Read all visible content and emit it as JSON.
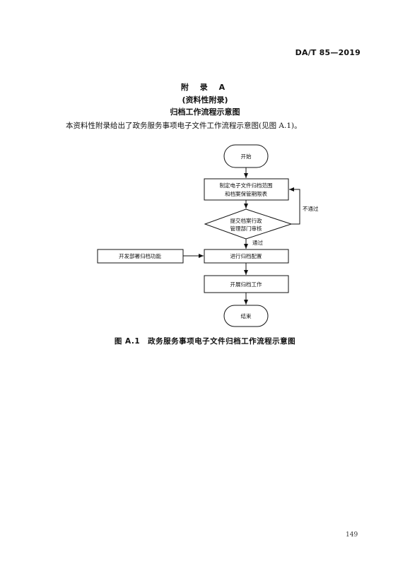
{
  "header": {
    "standard_code": "DA/T 85—2019"
  },
  "appendix": {
    "title": "附 录 A",
    "note": "(资料性附录)",
    "heading": "归档工作流程示意图"
  },
  "intro_text": "本资料性附录给出了政务服务事项电子文件工作流程示意图(见图 A.1)。",
  "flowchart": {
    "start": "开始",
    "step1_line1": "制定电子文件归档范围",
    "step1_line2": "和档案保管期限表",
    "decision_line1": "提交档案行政",
    "decision_line2": "管理部门审核",
    "fail_label": "不通过",
    "pass_label": "通过",
    "side_box": "开发部署归档功能",
    "step2": "进行归档配置",
    "step3": "开展归档工作",
    "end": "结束"
  },
  "figure_caption": "图 A.1　政务服务事项电子文件归档工作流程示意图",
  "page_number": "149"
}
